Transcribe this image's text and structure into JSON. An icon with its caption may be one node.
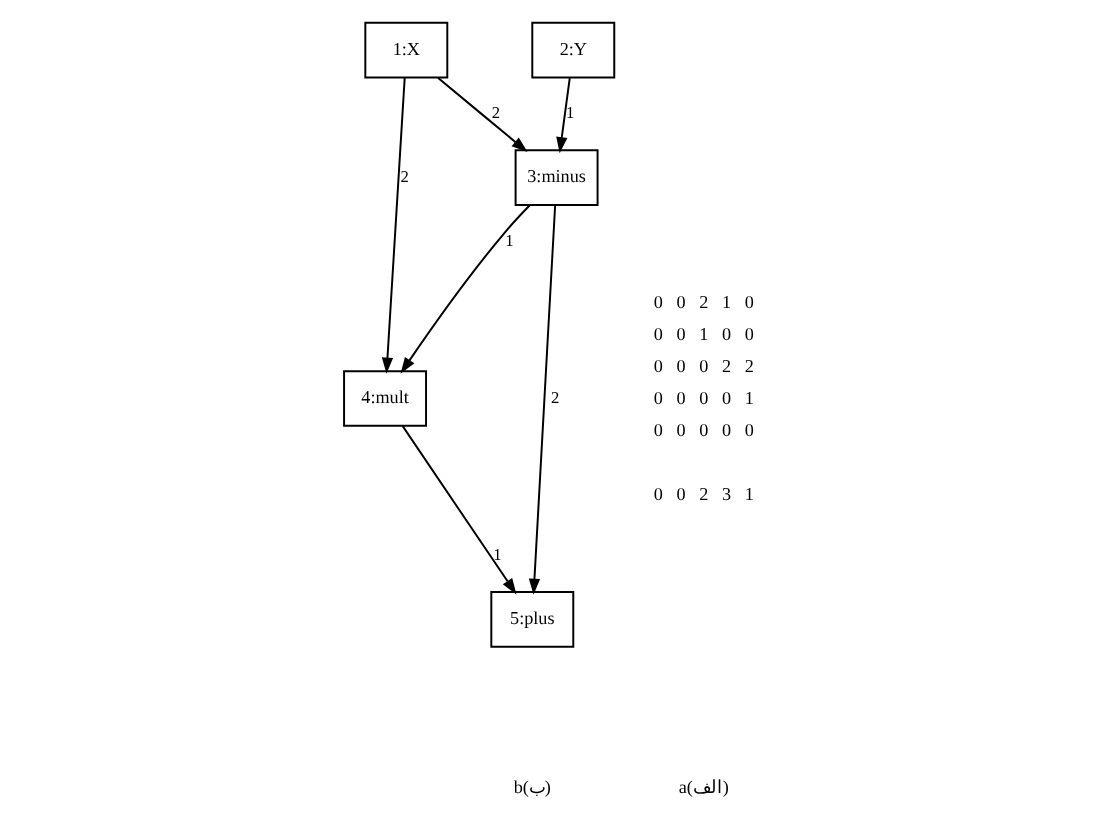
{
  "diagram": {
    "nodes": [
      {
        "text": [
          "1:X"
        ]
      },
      {
        "text": [
          "2:Y"
        ]
      },
      {
        "text": [
          "3:minus"
        ]
      },
      {
        "text": [
          "4:mult"
        ]
      },
      {
        "text": [
          "5:plus"
        ]
      }
    ],
    "edges": [
      {
        "from": 0,
        "to": 2,
        "arrow": "to",
        "label": "2"
      },
      {
        "from": 1,
        "to": 2,
        "arrow": "to",
        "label": "1"
      },
      {
        "from": 0,
        "to": 3,
        "arrow": "to",
        "label": "2"
      },
      {
        "from": 2,
        "to": 3,
        "arrow": "to",
        "label": "1"
      },
      {
        "from": 2,
        "to": 4,
        "arrow": "to",
        "label": "2"
      },
      {
        "from": 3,
        "to": 4,
        "arrow": "to",
        "label": "1"
      }
    ],
    "labels": [
      "0",
      "0",
      "2",
      "1",
      "0",
      "0",
      "0",
      "1",
      "0",
      "0",
      "0",
      "0",
      "0",
      "2",
      "2",
      "0",
      "0",
      "0",
      "0",
      "1",
      "0",
      "0",
      "0",
      "0",
      "0",
      "0",
      "0",
      "2",
      "3",
      "1",
      "b(ب)",
      "a(الف)"
    ]
  }
}
